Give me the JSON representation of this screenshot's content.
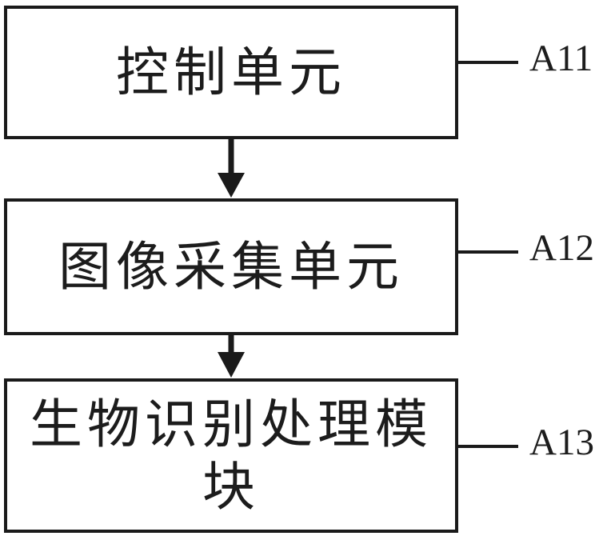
{
  "figure": {
    "type": "block-diagram",
    "orientation": "vertical",
    "background_color": "#ffffff",
    "line_color": "#1a1a1a"
  },
  "nodes": [
    {
      "id": "A11",
      "name": "control-unit",
      "label": "控制单元",
      "ref_number": "A11"
    },
    {
      "id": "A12",
      "name": "image-capture-unit",
      "label": "图像采集单元",
      "ref_number": "A12"
    },
    {
      "id": "A13",
      "name": "biometric-recognition-processing-module",
      "label": "生物识别处理模\n块",
      "ref_number": "A13"
    }
  ],
  "connectors": [
    {
      "from": "A11",
      "to": "A12",
      "style": "solid-arrow-down"
    },
    {
      "from": "A12",
      "to": "A13",
      "style": "solid-arrow-down"
    }
  ]
}
